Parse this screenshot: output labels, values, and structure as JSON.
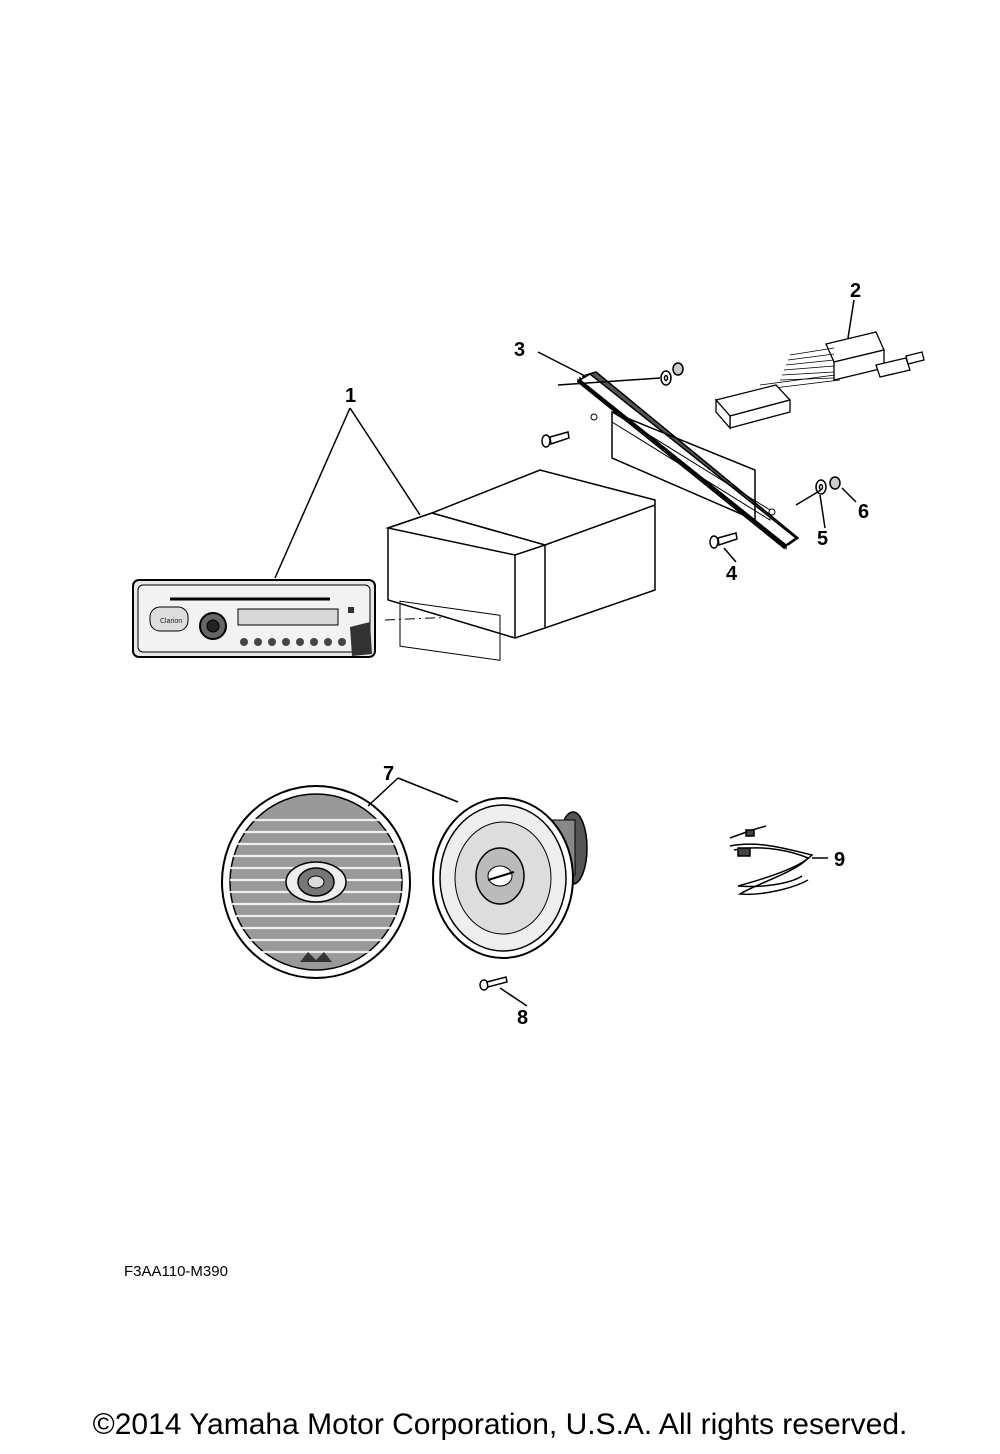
{
  "callouts": [
    {
      "id": 1,
      "label": "1"
    },
    {
      "id": 2,
      "label": "2"
    },
    {
      "id": 3,
      "label": "3"
    },
    {
      "id": 4,
      "label": "4"
    },
    {
      "id": 5,
      "label": "5"
    },
    {
      "id": 6,
      "label": "6"
    },
    {
      "id": 7,
      "label": "7"
    },
    {
      "id": 8,
      "label": "8"
    },
    {
      "id": 9,
      "label": "9"
    }
  ],
  "radio_brand": "Clarion",
  "diagram_code": "F3AA110-M390",
  "copyright": "©2014 Yamaha Motor Corporation, U.S.A. All rights reserved."
}
